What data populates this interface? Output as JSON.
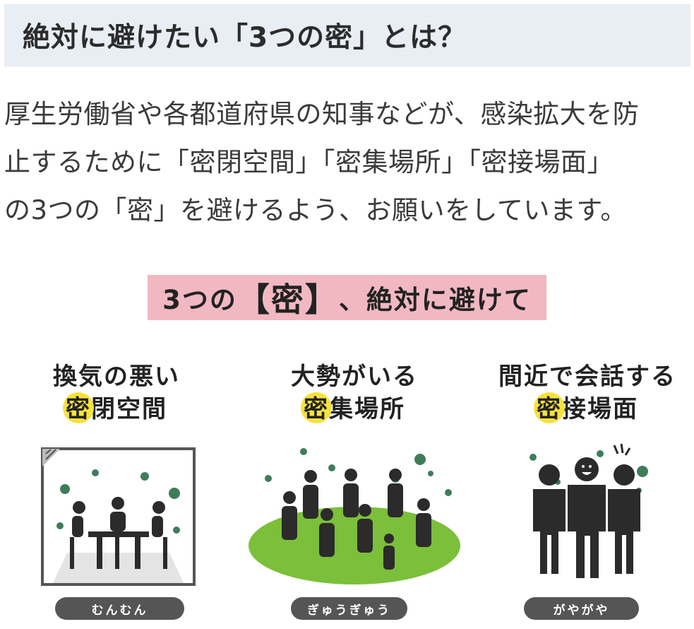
{
  "heading": {
    "title": "絶対に避けたい「3つの密」とは？"
  },
  "body": {
    "lines": [
      "厚生労働省や各都道府県の知事などが、感染拡大を防",
      "止するために「密閉空間」「密集場所」「密接場面」",
      "の3つの「密」を避けるよう、お願いをしています。"
    ]
  },
  "banner": {
    "prefix": "3つの",
    "mitsu": "【密】",
    "suffix": "、絶対に避けて"
  },
  "columns": [
    {
      "line1": "換気の悪い",
      "mitsu": "密",
      "rest": "閉空間",
      "sound": "むんむん"
    },
    {
      "line1": "大勢がいる",
      "mitsu": "密",
      "rest": "集場所",
      "sound": "ぎゅうぎゅう"
    },
    {
      "line1": "間近で会話する",
      "mitsu": "密",
      "rest": "接場面",
      "sound": "がやがや"
    }
  ],
  "colors": {
    "heading_bg": "#e9edf4",
    "banner_bg": "#f1b8c2",
    "highlight": "#f7e23b",
    "virus": "#3f7d5a",
    "grass": "#7cbf3a",
    "pill": "#555555"
  }
}
